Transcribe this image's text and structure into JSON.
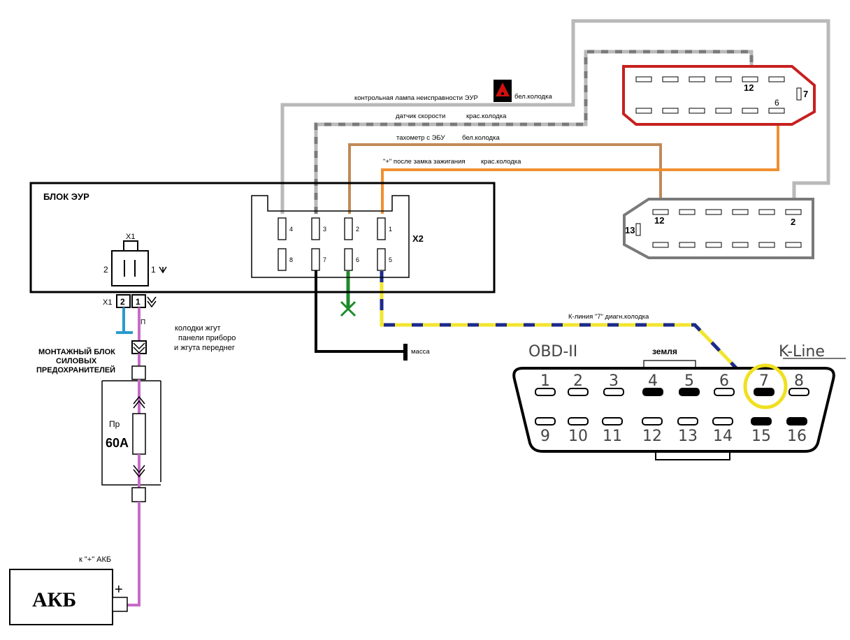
{
  "colors": {
    "white_wire": "#b9b9b9",
    "red_wire_dashed": "#7a7a7a",
    "brown_wire": "#c08a57",
    "orange_wire": "#f09030",
    "black_wire": "#000000",
    "green_wire": "#1f8a2a",
    "k_line_yellow": "#f2e62e",
    "k_line_blue": "#1c2a8a",
    "power_wire": "#c86bc8",
    "ground_cap": "#2a9acb",
    "red_connector": "#c72020",
    "gray_connector": "#7a7a7a",
    "k_line_highlight": "#f0e020"
  },
  "labels": {
    "ecu_title": "БЛОК ЭУР",
    "x1": "Х1",
    "x1_lower": "Х1",
    "x2": "Х2",
    "x1_pin2": "2",
    "x1_pin1": "1",
    "p_label": "П",
    "harness_note": [
      "колодки жгут",
      "панели приборо",
      "и жгута переднег"
    ],
    "fuse_block": [
      "МОНТАЖНЫЙ БЛОК",
      "СИЛОВЫХ",
      "ПРЕДОХРАНИТЕЛЕЙ"
    ],
    "fuse_name": "Пр",
    "fuse_rating": "60А",
    "battery_note": "к \"+\" АКБ",
    "battery": "АКБ",
    "plus": "+",
    "ground": "масса",
    "wire_lamp": "контрольная лампа неисправности ЭУР",
    "wire_lamp_conn": "бел.колодка",
    "wire_speed": "датчик скорости",
    "wire_speed_conn": "крас.колодка",
    "wire_tacho": "тахометр с ЭБУ",
    "wire_tacho_conn": "бел.колодка",
    "wire_ign": "\"+\" после замка зажигания",
    "wire_ign_conn": "крас.колодка",
    "k_line": "К-линия \"7\" диагн.колодка",
    "obd_title": "OBD-II",
    "obd_kline": "K-Line",
    "obd_ground": "земля",
    "red_conn_pin12": "12",
    "red_conn_pin6": "6",
    "red_conn_pin7": "7",
    "white_conn_pin12": "12",
    "white_conn_pin2": "2",
    "white_conn_pin13": "13"
  },
  "x2_pins_top": [
    "4",
    "3",
    "2",
    "1"
  ],
  "x2_pins_bottom": [
    "8",
    "7",
    "6",
    "5"
  ],
  "obd_pins_top": [
    "1",
    "2",
    "3",
    "4",
    "5",
    "6",
    "7",
    "8"
  ],
  "obd_pins_bottom": [
    "9",
    "10",
    "11",
    "12",
    "13",
    "14",
    "15",
    "16"
  ]
}
